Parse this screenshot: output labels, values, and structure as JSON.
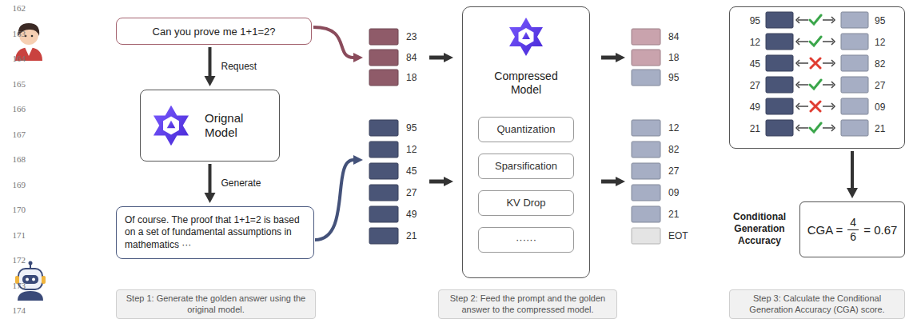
{
  "diagram": {
    "nodes": [
      {
        "text": [
          "Can you prove me 1+1=2?"
        ]
      },
      {
        "text": [
          "Orignal Model"
        ]
      },
      {
        "text": [
          "Of course. The proof that 1+1=2 is based on a set of fundamental assumptions in mathematics ···"
        ]
      },
      {
        "text": [
          "Step 1: Generate the golden answer using the original model."
        ]
      },
      {
        "text": [
          "Compressed Model"
        ]
      },
      {
        "text": [
          "Quantization"
        ],
        "in": 4
      },
      {
        "text": [
          "Sparsification"
        ],
        "in": 4
      },
      {
        "text": [
          "KV Drop"
        ],
        "in": 4
      },
      {
        "text": [
          "······"
        ],
        "in": 4
      },
      {
        "text": [
          "Step 2: Feed the prompt and the golden answer to the compressed model."
        ]
      },
      {
        "text": [
          "95",
          "95",
          "12",
          "12",
          "45",
          "82",
          "27",
          "27",
          "49",
          "09",
          "21",
          "21"
        ]
      },
      {
        "text": [
          "Conditional Generation Accuracy",
          "CGA =",
          "4",
          "6",
          "= 0.67"
        ]
      },
      {
        "text": [
          "Step 3: Calculate the Conditional Generation Accuracy (CGA) score."
        ]
      }
    ],
    "edges": [
      {
        "from": 0,
        "to": 1,
        "arrow": "to",
        "label": "Request"
      },
      {
        "from": 1,
        "to": 2,
        "arrow": "to",
        "label": "Generate"
      },
      {
        "from": 10,
        "to": 11,
        "arrow": "to"
      }
    ],
    "labels": [
      "162",
      "163",
      "164",
      "165",
      "166",
      "167",
      "168",
      "169",
      "170",
      "171",
      "172",
      "173",
      "174",
      "23",
      "84",
      "18",
      "95",
      "12",
      "45",
      "27",
      "49",
      "21",
      "84",
      "18",
      "95",
      "12",
      "82",
      "27",
      "09",
      "21",
      "EOT"
    ]
  }
}
